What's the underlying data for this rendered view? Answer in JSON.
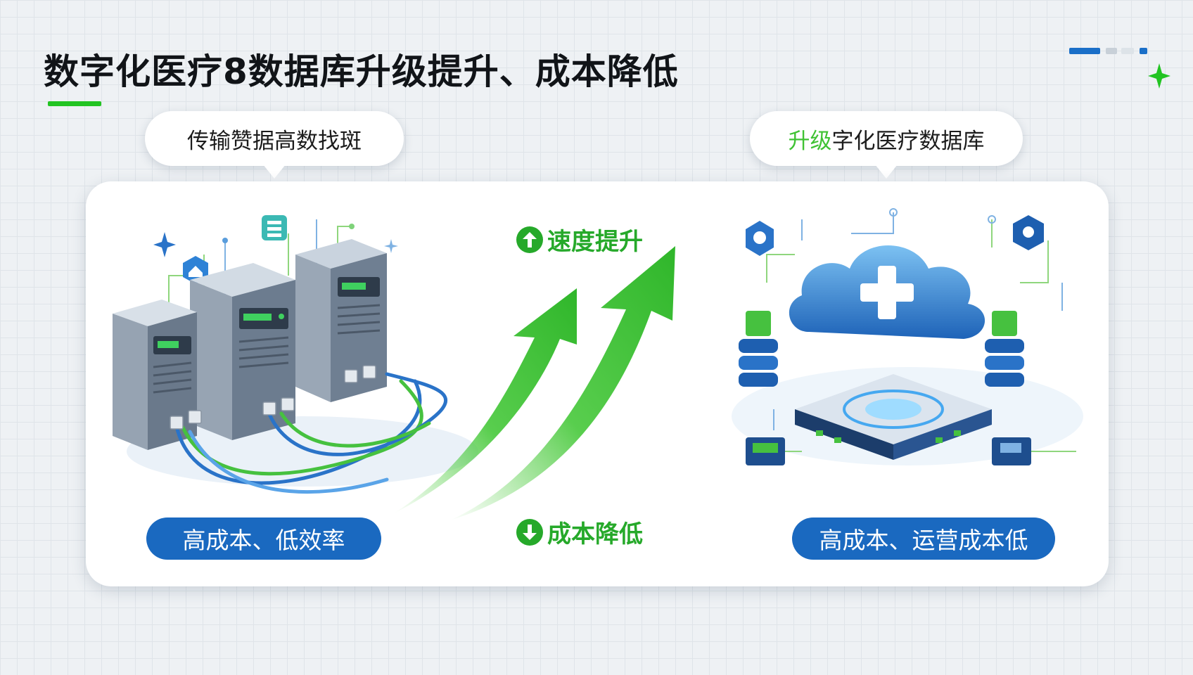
{
  "header": {
    "title": "数字化医疗8数据库升级提升、成本降低"
  },
  "left": {
    "bubble_text": "传输赞据高数找斑",
    "pill_text": "高成本、低效率"
  },
  "right": {
    "bubble_accent": "升级",
    "bubble_text": "字化医疗数据库",
    "pill_text": "高成本、运营成本低"
  },
  "metrics": {
    "up_label": "速度提升",
    "down_label": "成本降低"
  },
  "colors": {
    "accent_green": "#26a92a",
    "primary_blue": "#1a69c0",
    "title_text": "#111418"
  },
  "icons": {
    "up": "arrow-up-circle-icon",
    "down": "arrow-down-circle-icon",
    "sparkle": "sparkle-icon"
  }
}
